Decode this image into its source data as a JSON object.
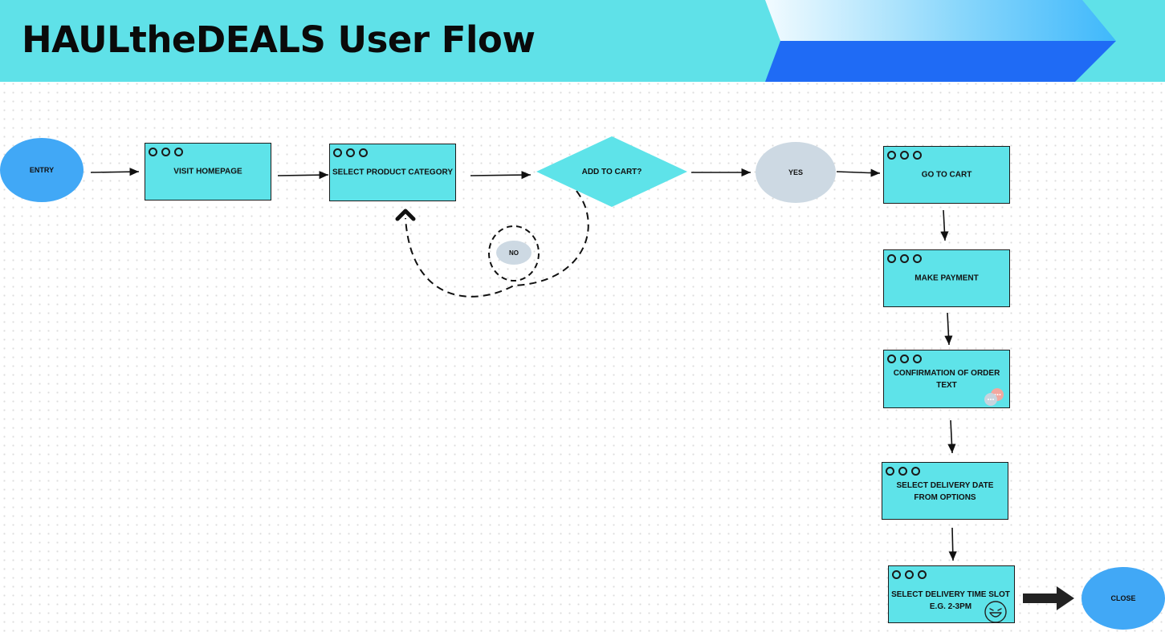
{
  "header": {
    "title": "HAULtheDEALS User Flow"
  },
  "flow": {
    "entry": "ENTRY",
    "visit_homepage": "VISIT HOMEPAGE",
    "select_category": "SELECT PRODUCT CATEGORY",
    "add_to_cart": "ADD TO CART?",
    "no": "NO",
    "yes": "YES",
    "go_to_cart": "GO TO CART",
    "make_payment": "MAKE PAYMENT",
    "confirmation": "CONFIRMATION OF ORDER TEXT",
    "delivery_date": "SELECT DELIVERY DATE FROM OPTIONS",
    "delivery_time": "SELECT DELIVERY TIME SLOT E.G. 2-3PM",
    "close": "CLOSE"
  },
  "colors": {
    "header_bg": "#5fe1e8",
    "box_fill": "#5ee3e9",
    "terminal_blue": "#41a8f6",
    "decision_grey": "#cdd9e3",
    "accent_blue": "#1f6bf5"
  },
  "icons": {
    "window_dots": "three-dot-window-controls",
    "chat": "chat-bubbles-icon",
    "smile": "laughing-face-icon",
    "loop_arrow": "chevron-up-icon",
    "close_arrow": "bold-right-arrow-icon"
  }
}
